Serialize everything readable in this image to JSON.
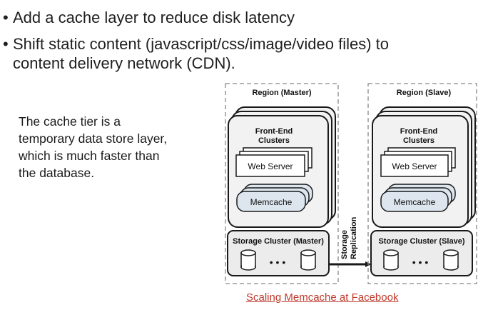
{
  "bullets": [
    {
      "symbol": "•",
      "text": "Add a cache layer to reduce disk latency"
    },
    {
      "symbol": "•",
      "text": "Shift static content (javascript/css/image/video files) to",
      "continuation": "content delivery network (CDN)."
    }
  ],
  "side_text": [
    "The cache tier is a",
    "temporary data store layer,",
    "which is much faster than",
    "the database."
  ],
  "diagram": {
    "master": {
      "region_title": "Region (Master)",
      "clusters_line1": "Front-End",
      "clusters_line2": "Clusters",
      "web_server": "Web Server",
      "memcache": "Memcache",
      "storage_title": "Storage Cluster (Master)",
      "ellipsis": "• • •"
    },
    "slave": {
      "region_title": "Region (Slave)",
      "clusters_line1": "Front-End",
      "clusters_line2": "Clusters",
      "web_server": "Web Server",
      "memcache": "Memcache",
      "storage_title": "Storage Cluster (Slave)",
      "ellipsis": "• • •"
    },
    "replication_line1": "Storage",
    "replication_line2": "Replication"
  },
  "reference_link": "Scaling Memcache at Facebook",
  "colors": {
    "link": "#c0392b",
    "cluster_fill": "#f2f2f2",
    "memcache_fill": "#dde6ef",
    "border": "#1a1a1a"
  }
}
